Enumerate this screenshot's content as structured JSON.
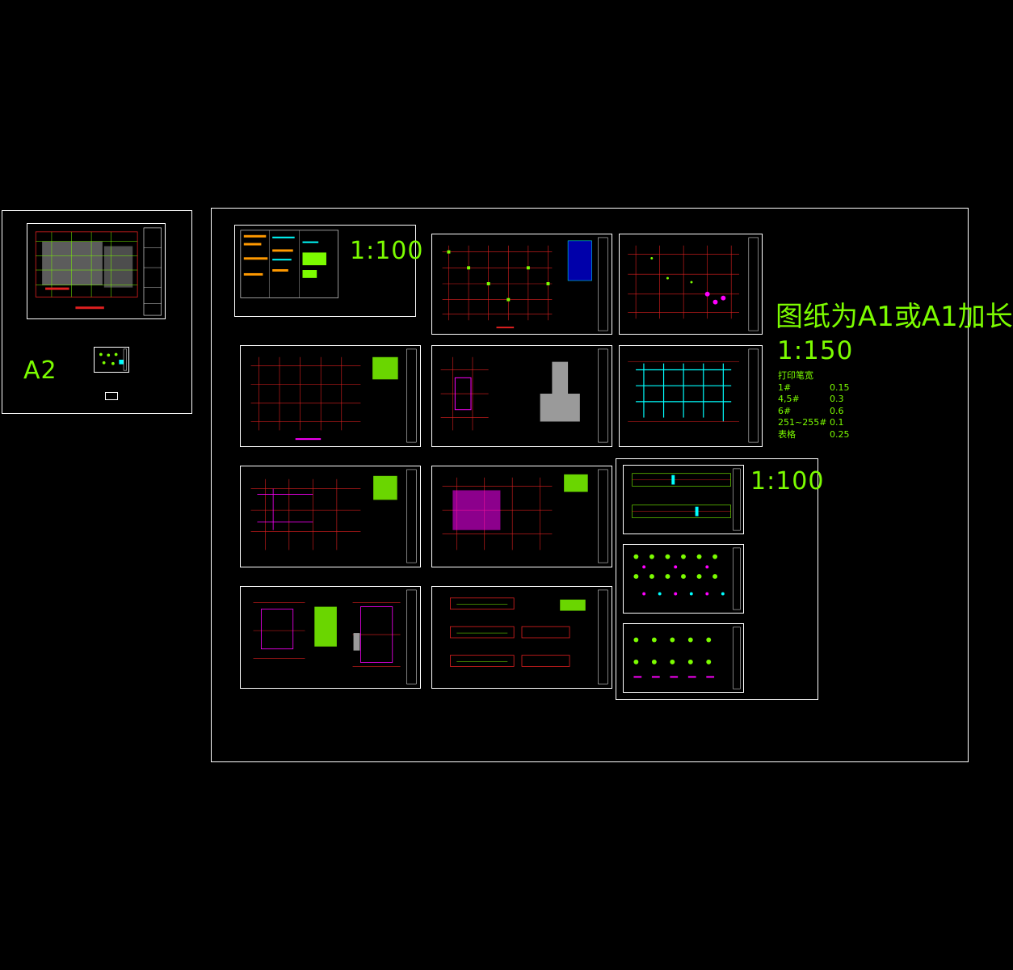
{
  "labels": {
    "a2": "A2",
    "scale_top": "1:100",
    "paper_note": "图纸为A1或A1加长",
    "scale_main": "1:150",
    "scale_right": "1:100"
  },
  "pen_widths": {
    "title": "打印笔宽",
    "rows": [
      {
        "pen": "1#",
        "width": "0.15"
      },
      {
        "pen": "4,5#",
        "width": "0.3"
      },
      {
        "pen": "6#",
        "width": "0.6"
      },
      {
        "pen": "251~255#",
        "width": "0.1"
      },
      {
        "pen": "表格",
        "width": "0.25"
      }
    ]
  },
  "colors": {
    "background": "#000000",
    "frame": "#ffffff",
    "text": "#7cfc00",
    "grid_red": "#e02020",
    "accent_magenta": "#ff00ff",
    "accent_cyan": "#00ffff",
    "accent_yellow": "#ffff00"
  }
}
